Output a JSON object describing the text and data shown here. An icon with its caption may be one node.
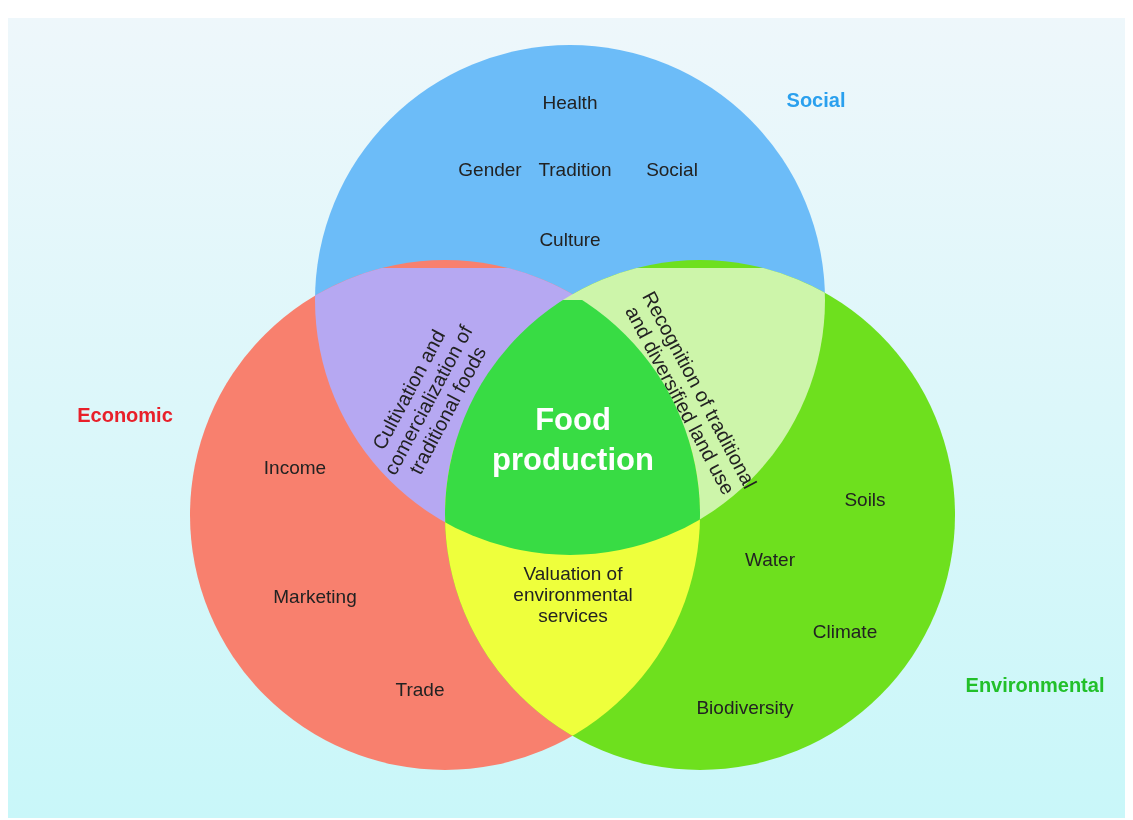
{
  "diagram": {
    "nodes": [
      {
        "text": [
          "Social",
          "Health",
          "Gender",
          "Tradition",
          "Social",
          "Culture"
        ]
      },
      {
        "text": [
          "Economic",
          "Income",
          "Marketing",
          "Trade"
        ]
      },
      {
        "text": [
          "Environmental",
          "Soils",
          "Water",
          "Climate",
          "Biodiversity"
        ]
      },
      {
        "text": [
          "Cultivation and comercialization of traditional foods"
        ]
      },
      {
        "text": [
          "Recognition of traditional and diversified land use"
        ]
      },
      {
        "text": [
          "Valuation of environmental services"
        ]
      },
      {
        "text": [
          "Food production"
        ]
      }
    ],
    "edges": []
  }
}
